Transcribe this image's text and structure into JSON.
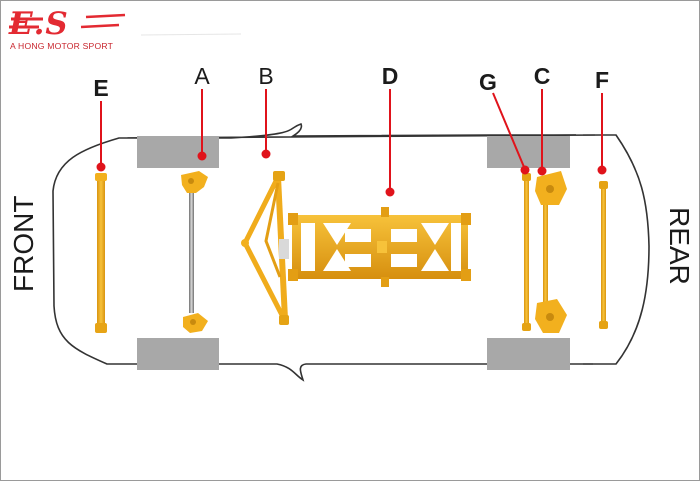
{
  "brand": {
    "logo_text": "E.S",
    "tagline": "A HONG MOTOR SPORT",
    "color": "#e32a32"
  },
  "orientation": {
    "front": "FRONT",
    "rear": "REAR"
  },
  "parts": [
    {
      "id": "E",
      "label": "E",
      "bold": true
    },
    {
      "id": "A",
      "label": "A",
      "bold": false
    },
    {
      "id": "B",
      "label": "B",
      "bold": false
    },
    {
      "id": "D",
      "label": "D",
      "bold": true
    },
    {
      "id": "G",
      "label": "G",
      "bold": true
    },
    {
      "id": "C",
      "label": "C",
      "bold": true
    },
    {
      "id": "F",
      "label": "F",
      "bold": true
    }
  ],
  "colors": {
    "bar_gold": "#f2b01e",
    "bar_dark": "#c98a0c",
    "pointer_red": "#e0131b",
    "wheel_gray": "#a8a8a8",
    "outline": "#333333"
  }
}
